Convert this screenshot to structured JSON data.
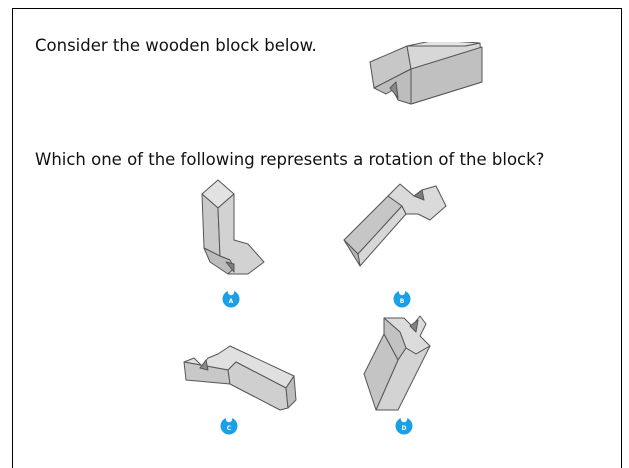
{
  "question": {
    "intro": "Consider the wooden block below.",
    "prompt": "Which one of the following represents a rotation of the block?"
  },
  "options": [
    {
      "letter": "A"
    },
    {
      "letter": "B"
    },
    {
      "letter": "C"
    },
    {
      "letter": "D"
    }
  ],
  "colors": {
    "top_face": "#e0e0e0",
    "side_face": "#c7c7c7",
    "dark_face": "#b0b0b0",
    "edge": "#555555",
    "option_badge": "#1aa0e6"
  },
  "icons": [
    "block-reference-icon",
    "option-a-block-icon",
    "option-b-block-icon",
    "option-c-block-icon",
    "option-d-block-icon"
  ]
}
